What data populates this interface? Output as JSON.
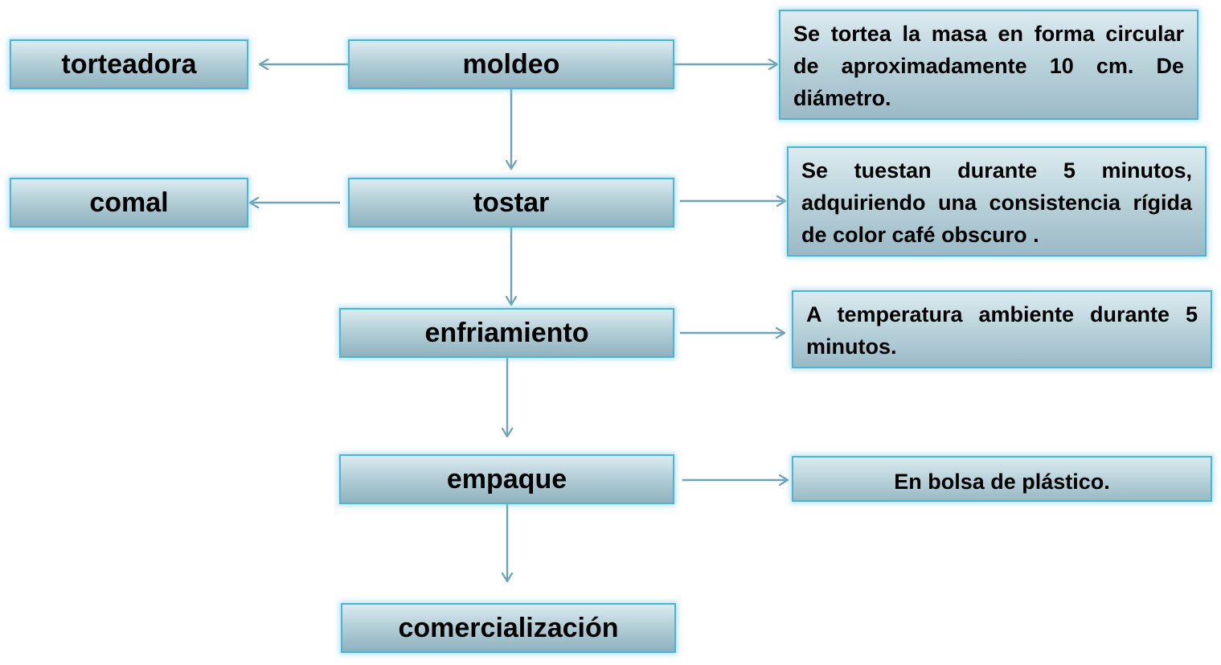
{
  "diagram": {
    "process": {
      "moldeo": "moldeo",
      "tostar": "tostar",
      "enfriamiento": "enfriamiento",
      "empaque": "empaque",
      "comercializacion": "comercialización"
    },
    "equipment": {
      "torteadora": "torteadora",
      "comal": "comal"
    },
    "descriptions": {
      "moldeo": "Se tortea la masa en forma circular de aproximadamente 10 cm. De diámetro.",
      "tostar": "Se tuestan durante 5 minutos, adquiriendo una consistencia rígida de color café obscuro .",
      "enfriamiento": "A temperatura ambiente durante 5 minutos.",
      "empaque": "En bolsa de plástico."
    }
  },
  "colors": {
    "box_border": "#4bb5d3",
    "arrow": "#6fa4b8",
    "text": "#000000"
  }
}
